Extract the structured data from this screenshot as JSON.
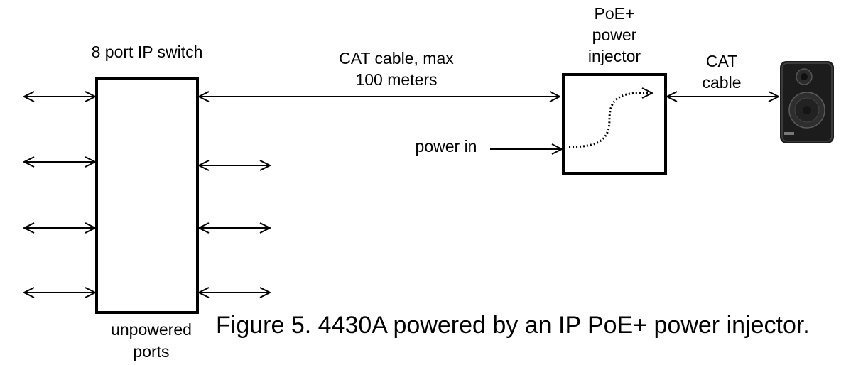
{
  "labels": {
    "switch_title": "8 port IP switch",
    "unpowered_line1": "unpowered",
    "unpowered_line2": "ports",
    "cat_cable_max_line1": "CAT cable, max",
    "cat_cable_max_line2": "100 meters",
    "injector_line1": "PoE+",
    "injector_line2": "power",
    "injector_line3": "injector",
    "cat_cable_line1": "CAT",
    "cat_cable_line2": "cable",
    "power_in": "power in"
  },
  "caption": "Figure 5. 4430A powered by an IP PoE+ power injector.",
  "colors": {
    "stroke": "#000000",
    "speaker_body": "#1c1c1c",
    "speaker_driver": "#2e2e2e"
  }
}
